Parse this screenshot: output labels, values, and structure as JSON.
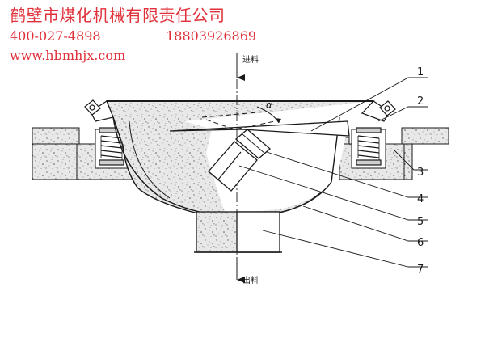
{
  "header": {
    "company_name": "鹤壁市煤化机械有限责任公司",
    "phone": "400-027-4898",
    "mobile": "18803926869",
    "website": "www.hbmhjx.com",
    "text_color": "#e0303a"
  },
  "diagram": {
    "inlet_label": "进料",
    "outlet_label": "出料",
    "angle_label": "α",
    "part_numbers": [
      "1",
      "2",
      "3",
      "4",
      "5",
      "6",
      "7"
    ],
    "line_color": "#1a1a1a",
    "fill_color": "#e6e6e6"
  }
}
